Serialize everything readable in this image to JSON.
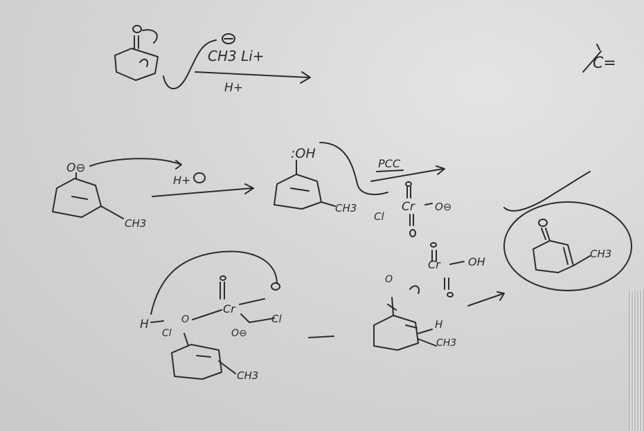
{
  "reagents": {
    "step1_reagent": "CH3 Li+",
    "step1_reagent_charge": "⊖",
    "step1_acid": "H+",
    "step2_acid": "H+",
    "step3_reagent": "PCC",
    "step4_oh": "OH"
  },
  "labels": {
    "methyl_1": "CH3",
    "methyl_2": "CH3",
    "methyl_3": "CH3",
    "methyl_4": "CH3",
    "methyl_product": "CH3",
    "alkoxide": "O⊖",
    "alcohol": ":OH",
    "pcc_cr": "Cr",
    "pcc_cl": "Cl",
    "pcc_anion": "O⊖",
    "ester_cr": "Cr",
    "ester_h": "H",
    "ester_cl": "Cl",
    "ester_oxy": "O",
    "ester_minus": "O⊖",
    "ester_ring_cl": "Cl",
    "final_cr": "Cr",
    "final_h": "H",
    "carbonyl_o": "O",
    "corner_note": "C="
  }
}
